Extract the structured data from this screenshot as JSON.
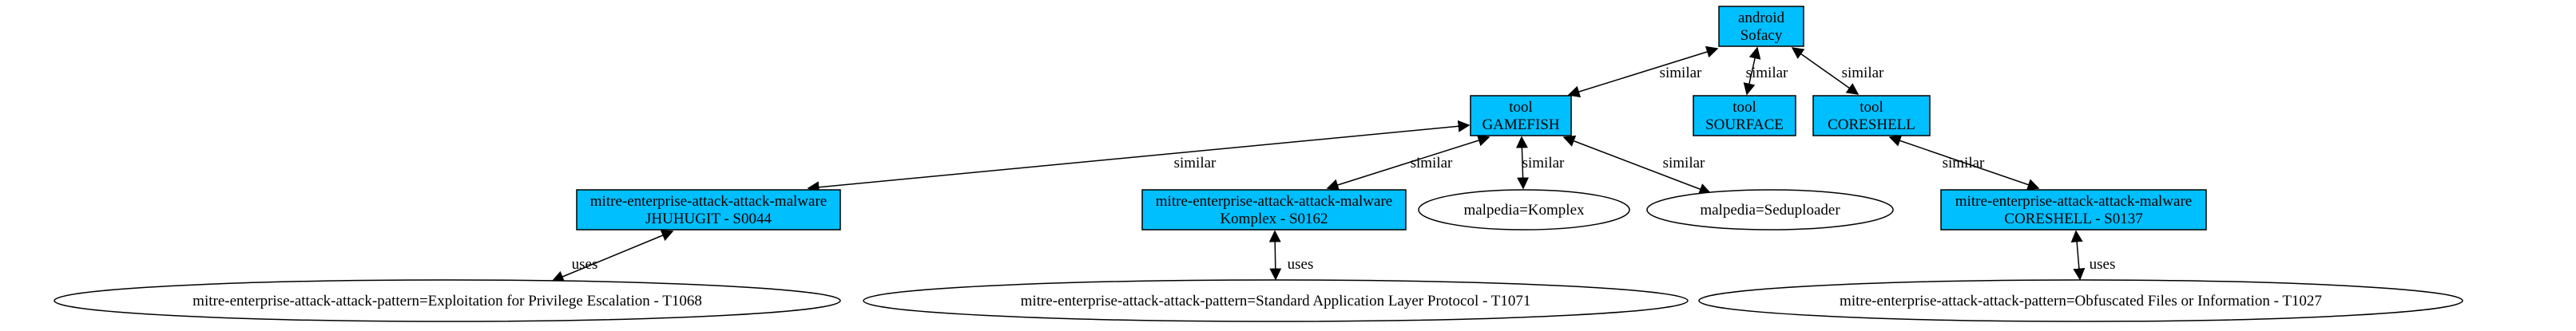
{
  "diagram": {
    "type": "relationship-graph",
    "colors": {
      "node_fill": "#00bfff",
      "node_stroke": "#000000",
      "ellipse_fill": "#ffffff",
      "edge_color": "#000000",
      "background": "#ffffff",
      "text": "#000000"
    },
    "nodes": {
      "sofacy": {
        "shape": "box",
        "lines": [
          "android",
          "Sofacy"
        ]
      },
      "gamefish": {
        "shape": "box",
        "lines": [
          "tool",
          "GAMEFISH"
        ]
      },
      "sourface": {
        "shape": "box",
        "lines": [
          "tool",
          "SOURFACE"
        ]
      },
      "coreshell_tool": {
        "shape": "box",
        "lines": [
          "tool",
          "CORESHELL"
        ]
      },
      "jhuhugit": {
        "shape": "box",
        "lines": [
          "mitre-enterprise-attack-attack-malware",
          "JHUHUGIT - S0044"
        ]
      },
      "komplex": {
        "shape": "box",
        "lines": [
          "mitre-enterprise-attack-attack-malware",
          "Komplex - S0162"
        ]
      },
      "coreshell_malware": {
        "shape": "box",
        "lines": [
          "mitre-enterprise-attack-attack-malware",
          "CORESHELL - S0137"
        ]
      },
      "malpedia_komplex": {
        "shape": "ellipse",
        "label": "malpedia=Komplex"
      },
      "malpedia_seduploader": {
        "shape": "ellipse",
        "label": "malpedia=Seduploader"
      },
      "t1068": {
        "shape": "ellipse",
        "label": "mitre-enterprise-attack-attack-pattern=Exploitation for Privilege Escalation - T1068"
      },
      "t1071": {
        "shape": "ellipse",
        "label": "mitre-enterprise-attack-attack-pattern=Standard Application Layer Protocol - T1071"
      },
      "t1027": {
        "shape": "ellipse",
        "label": "mitre-enterprise-attack-attack-pattern=Obfuscated Files or Information - T1027"
      }
    },
    "edges": [
      {
        "from": "sofacy",
        "to": "gamefish",
        "label": "similar"
      },
      {
        "from": "sofacy",
        "to": "sourface",
        "label": "similar"
      },
      {
        "from": "sofacy",
        "to": "coreshell_tool",
        "label": "similar"
      },
      {
        "from": "gamefish",
        "to": "jhuhugit",
        "label": "similar"
      },
      {
        "from": "gamefish",
        "to": "komplex",
        "label": "similar"
      },
      {
        "from": "gamefish",
        "to": "malpedia_komplex",
        "label": "similar"
      },
      {
        "from": "gamefish",
        "to": "malpedia_seduploader",
        "label": "similar"
      },
      {
        "from": "coreshell_tool",
        "to": "coreshell_malware",
        "label": "similar"
      },
      {
        "from": "jhuhugit",
        "to": "t1068",
        "label": "uses"
      },
      {
        "from": "komplex",
        "to": "t1071",
        "label": "uses"
      },
      {
        "from": "coreshell_malware",
        "to": "t1027",
        "label": "uses"
      }
    ]
  }
}
